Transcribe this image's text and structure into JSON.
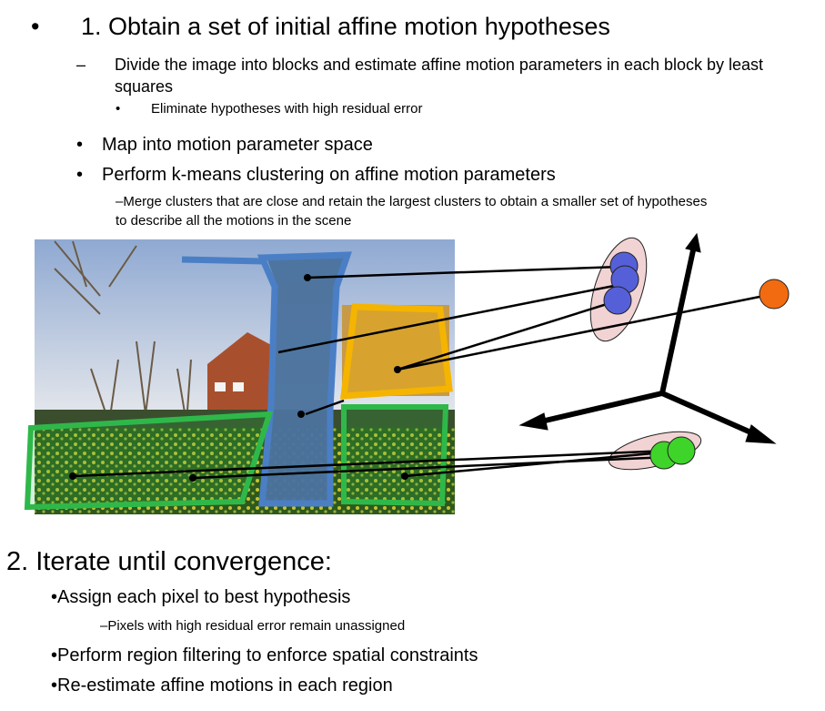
{
  "step1": {
    "bullet": "•",
    "title": "1. Obtain a set of initial affine motion hypotheses",
    "sub_dash": "–",
    "sub_text": "Divide the image into blocks and estimate affine motion parameters in each block by least squares",
    "subsub_bullet": "•",
    "subsub_text": "Eliminate hypotheses with high residual error",
    "item1_bullet": "•",
    "item1_text": "Map into motion parameter space",
    "item2_bullet": "•",
    "item2_text": "Perform k-means clustering on affine motion parameters",
    "item2_sub": "–Merge clusters that are close and retain the largest clusters to obtain a smaller set of hypotheses to describe all the motions in the scene"
  },
  "figure": {
    "cluster_colors": {
      "blue": "#5560d8",
      "orange": "#f26b10",
      "green": "#3fd42a",
      "ellipse_fill": "#f2d3d3",
      "tree_outline": "#4a7fc6",
      "house_outline": "#f5b400",
      "flowers_outline": "#2fb84a"
    }
  },
  "step2": {
    "title": "2. Iterate until convergence:",
    "item1": "•Assign each pixel to best hypothesis",
    "item1_sub": "–Pixels with high residual error remain unassigned",
    "item2": "•Perform region filtering to enforce spatial constraints",
    "item3": "•Re-estimate affine motions in each region"
  }
}
